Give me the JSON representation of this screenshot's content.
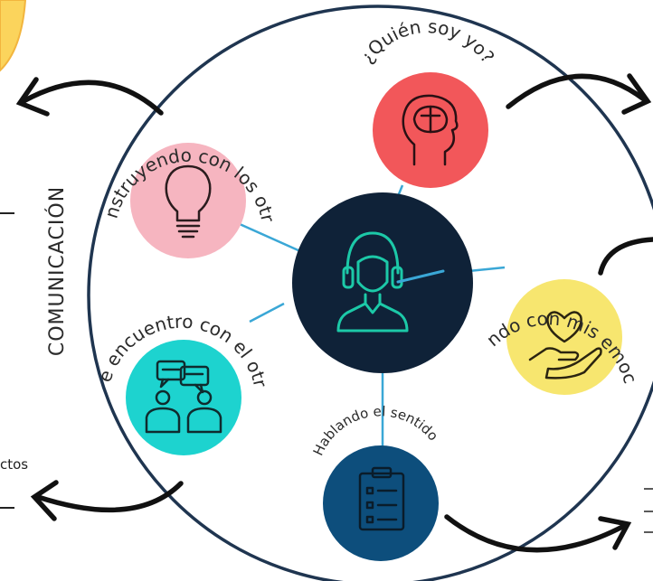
{
  "side_label": "COMUNICACIÓN",
  "center": {
    "icon": "person-headset-icon",
    "bg": "#0f2238",
    "line": "#1cc9a8"
  },
  "nodes": [
    {
      "label": "¿Quién soy yo?",
      "icon": "head-brain-icon",
      "color": "#f2575a"
    },
    {
      "label": "Hablando con mis emociones",
      "icon": "hand-heart-icon",
      "color": "#f7e66f"
    },
    {
      "label": "Hablando el sentido",
      "icon": "clipboard-list-icon",
      "color": "#0d4e7c"
    },
    {
      "label": "Me encuentro con el otro",
      "icon": "people-chat-icon",
      "color": "#1dd3cf"
    },
    {
      "label": "Construyendo con los otros",
      "icon": "lightbulb-icon",
      "color": "#f6b5c0"
    }
  ],
  "edge_fragment": "ctos",
  "colors": {
    "ring": "#1f3550",
    "connector": "#3aa7d6",
    "arrow": "#111111"
  }
}
